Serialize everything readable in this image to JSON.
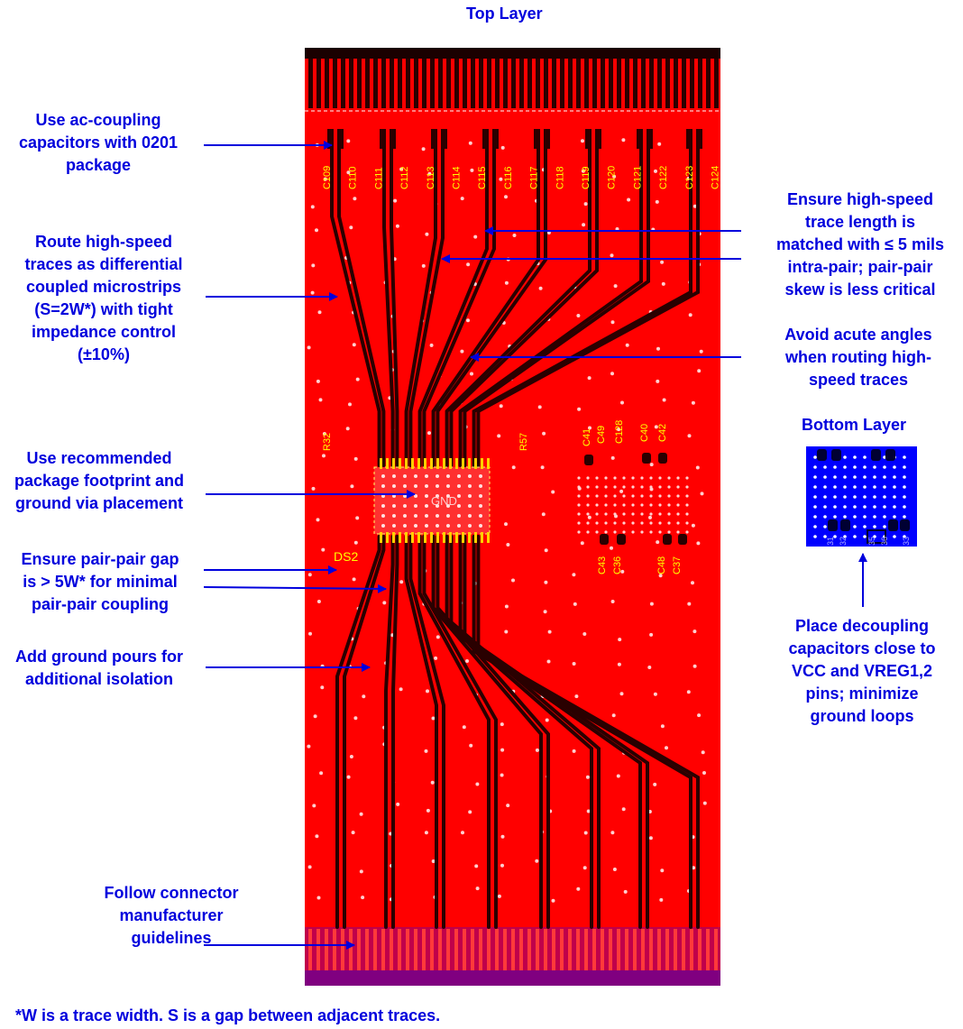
{
  "layers": {
    "top_title": "Top Layer",
    "bottom_title": "Bottom Layer"
  },
  "board": {
    "center_label": "GND",
    "designators": {
      "top_caps": [
        "C109",
        "C110",
        "C111",
        "C112",
        "C113",
        "C114",
        "C115",
        "C116",
        "C117",
        "C118",
        "C119",
        "C120",
        "C121",
        "C122",
        "C123",
        "C124"
      ],
      "r_left": "R32",
      "r_right": "R57",
      "ds": "DS2",
      "cap_top_cluster": [
        "C41",
        "C49",
        "C128",
        "C40",
        "C42"
      ],
      "cap_bottom_cluster": [
        "C43",
        "C36",
        "C48",
        "C37"
      ],
      "bottom_layer_labels": [
        "31",
        "32",
        "35",
        "36",
        "33"
      ]
    }
  },
  "annotations": {
    "ac_coupling": [
      "Use ac-coupling",
      "capacitors with 0201",
      "package"
    ],
    "route_diff": [
      "Route high-speed",
      "traces as differential",
      "coupled microstrips",
      "(S=2W*) with tight",
      "impedance control",
      "(±10%)"
    ],
    "footprint": [
      "Use recommended",
      "package footprint and",
      "ground via placement"
    ],
    "pair_gap": [
      "Ensure pair-pair gap",
      "is > 5W* for minimal",
      "pair-pair coupling"
    ],
    "ground_pours": [
      "Add ground pours for",
      "additional isolation"
    ],
    "connector": [
      "Follow connector",
      "manufacturer",
      "guidelines"
    ],
    "length_match": [
      "Ensure high-speed",
      "trace length is",
      "matched with ≤ 5 mils",
      "intra-pair;  pair-pair",
      "skew is less critical"
    ],
    "acute_angles": [
      "Avoid acute angles",
      "when routing high-",
      "speed traces"
    ],
    "decoupling": [
      "Place decoupling",
      "capacitors close to",
      "VCC and VREG1,2",
      "pins; minimize",
      "ground loops"
    ]
  },
  "footnote": "*W is a trace width.  S is a gap between adjacent traces.",
  "colors": {
    "text_blue": "#0000dd",
    "copper_red": "#ff0000",
    "trace_dark": "#2a0000",
    "silk_yellow": "#ffff00",
    "bottom_blue": "#0000ff",
    "connector_purple": "#800080"
  }
}
